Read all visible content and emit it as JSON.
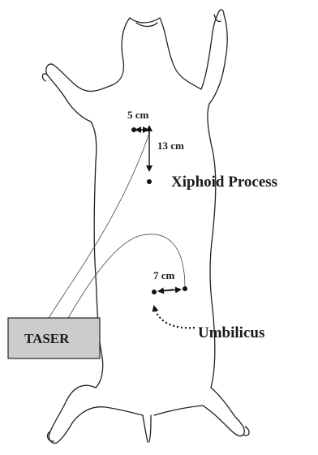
{
  "labels": {
    "dim_upper_horizontal": "5 cm",
    "dim_upper_vertical": "13 cm",
    "xiphoid": "Xiphoid Process",
    "dim_lower_horizontal": "7 cm",
    "umbilicus": "Umbilicus",
    "taser": "TASER"
  },
  "colors": {
    "outline": "#222222",
    "taser_box_fill": "#cccccc",
    "taser_box_stroke": "#333333"
  }
}
